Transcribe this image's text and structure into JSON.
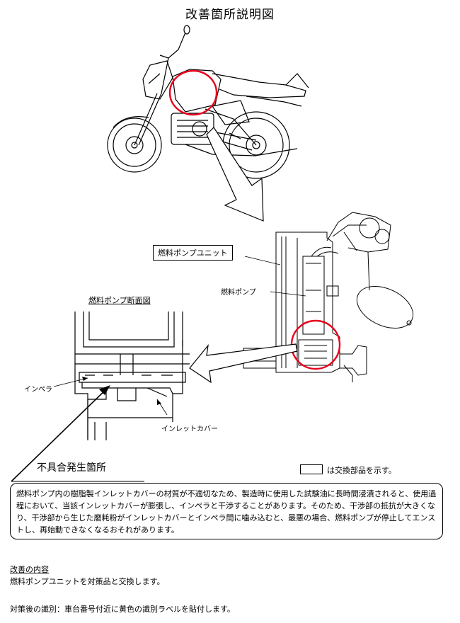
{
  "title": "改善箇所説明図",
  "labels": {
    "fuel_pump_unit": "燃料ポンプユニット",
    "fuel_pump": "燃料ポンプ",
    "cross_section_title": "燃料ポンプ断面図",
    "impeller": "インペラ",
    "inlet_cover": "インレットカバー",
    "defect_location": "不具合発生箇所"
  },
  "legend": {
    "text": "は交換部品を示す。"
  },
  "description": "燃料ポンプ内の樹脂製インレットカバーの材質が不適切なため、製造時に使用した試験油に長時間浸漬されると、使用過程において、当該インレットカバーが膨張し、インペラと干渉することがあります。そのため、干渉部の抵抗が大きくなり、干渉部から生じた磨耗粉がインレットカバーとインペラ間に噛み込むと、最悪の場合、燃料ポンプが停止してエンストし、再始動できなくなるおそれがあります。",
  "improvement": {
    "heading": "改善の内容",
    "body": "燃料ポンプユニットを対策品と交換します。"
  },
  "identification": "対策後の識別：車台番号付近に黄色の識別ラベルを貼付します。",
  "colors": {
    "highlight_circle": "#e8001c",
    "line": "#000000"
  }
}
